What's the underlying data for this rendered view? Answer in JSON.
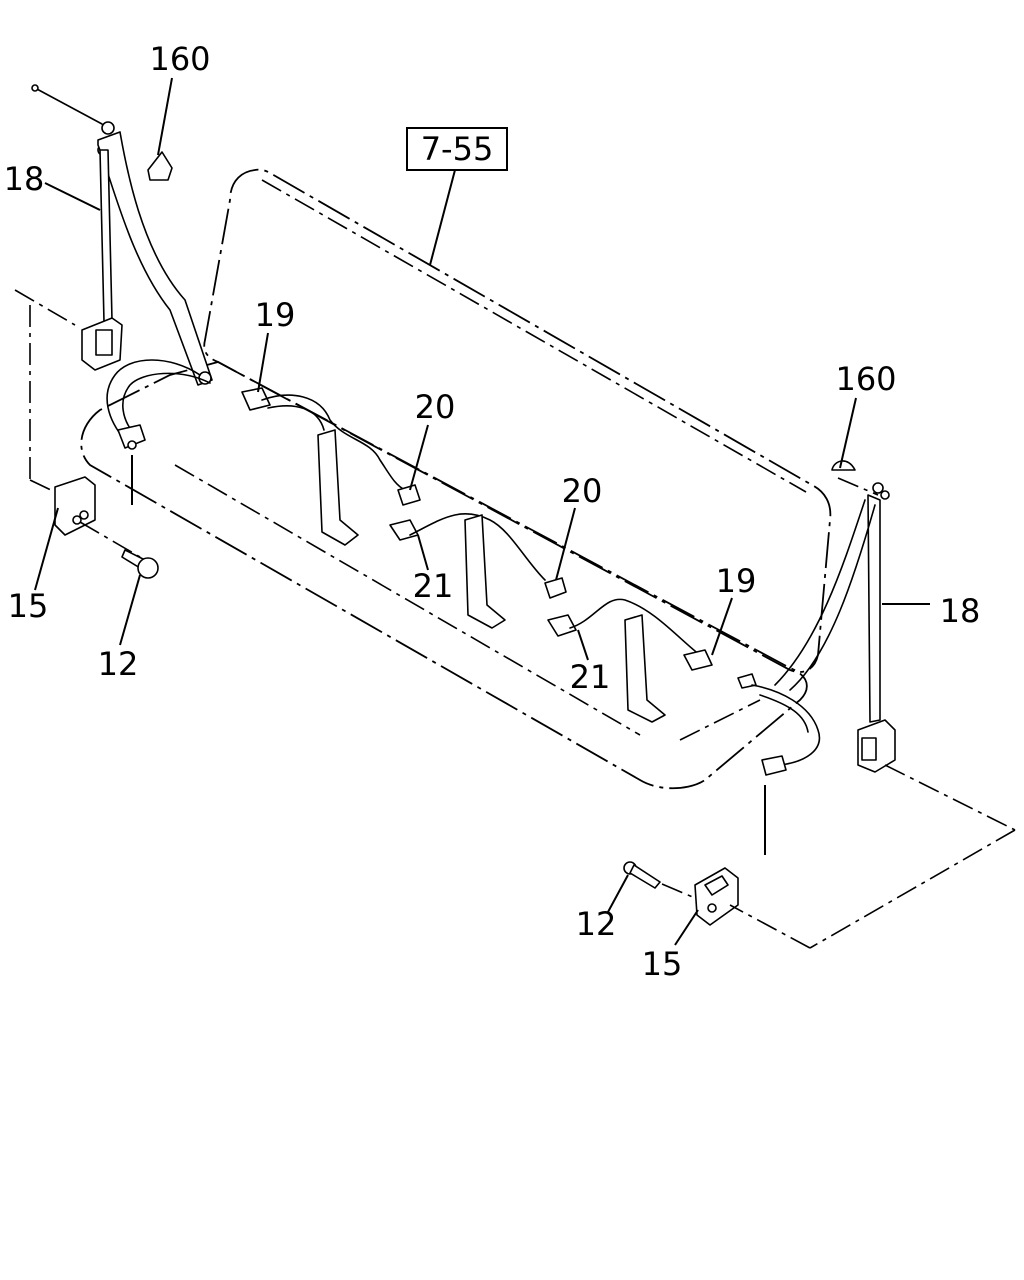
{
  "reference_box": "7-55",
  "callouts": {
    "c160_left": "160",
    "c18_left": "18",
    "c19_left": "19",
    "c20_mid": "20",
    "c20_right": "20",
    "c21_mid": "21",
    "c21_right": "21",
    "c19_right": "19",
    "c160_right": "160",
    "c18_right": "18",
    "c15_left": "15",
    "c12_left": "12",
    "c12_right": "12",
    "c15_right": "15"
  }
}
